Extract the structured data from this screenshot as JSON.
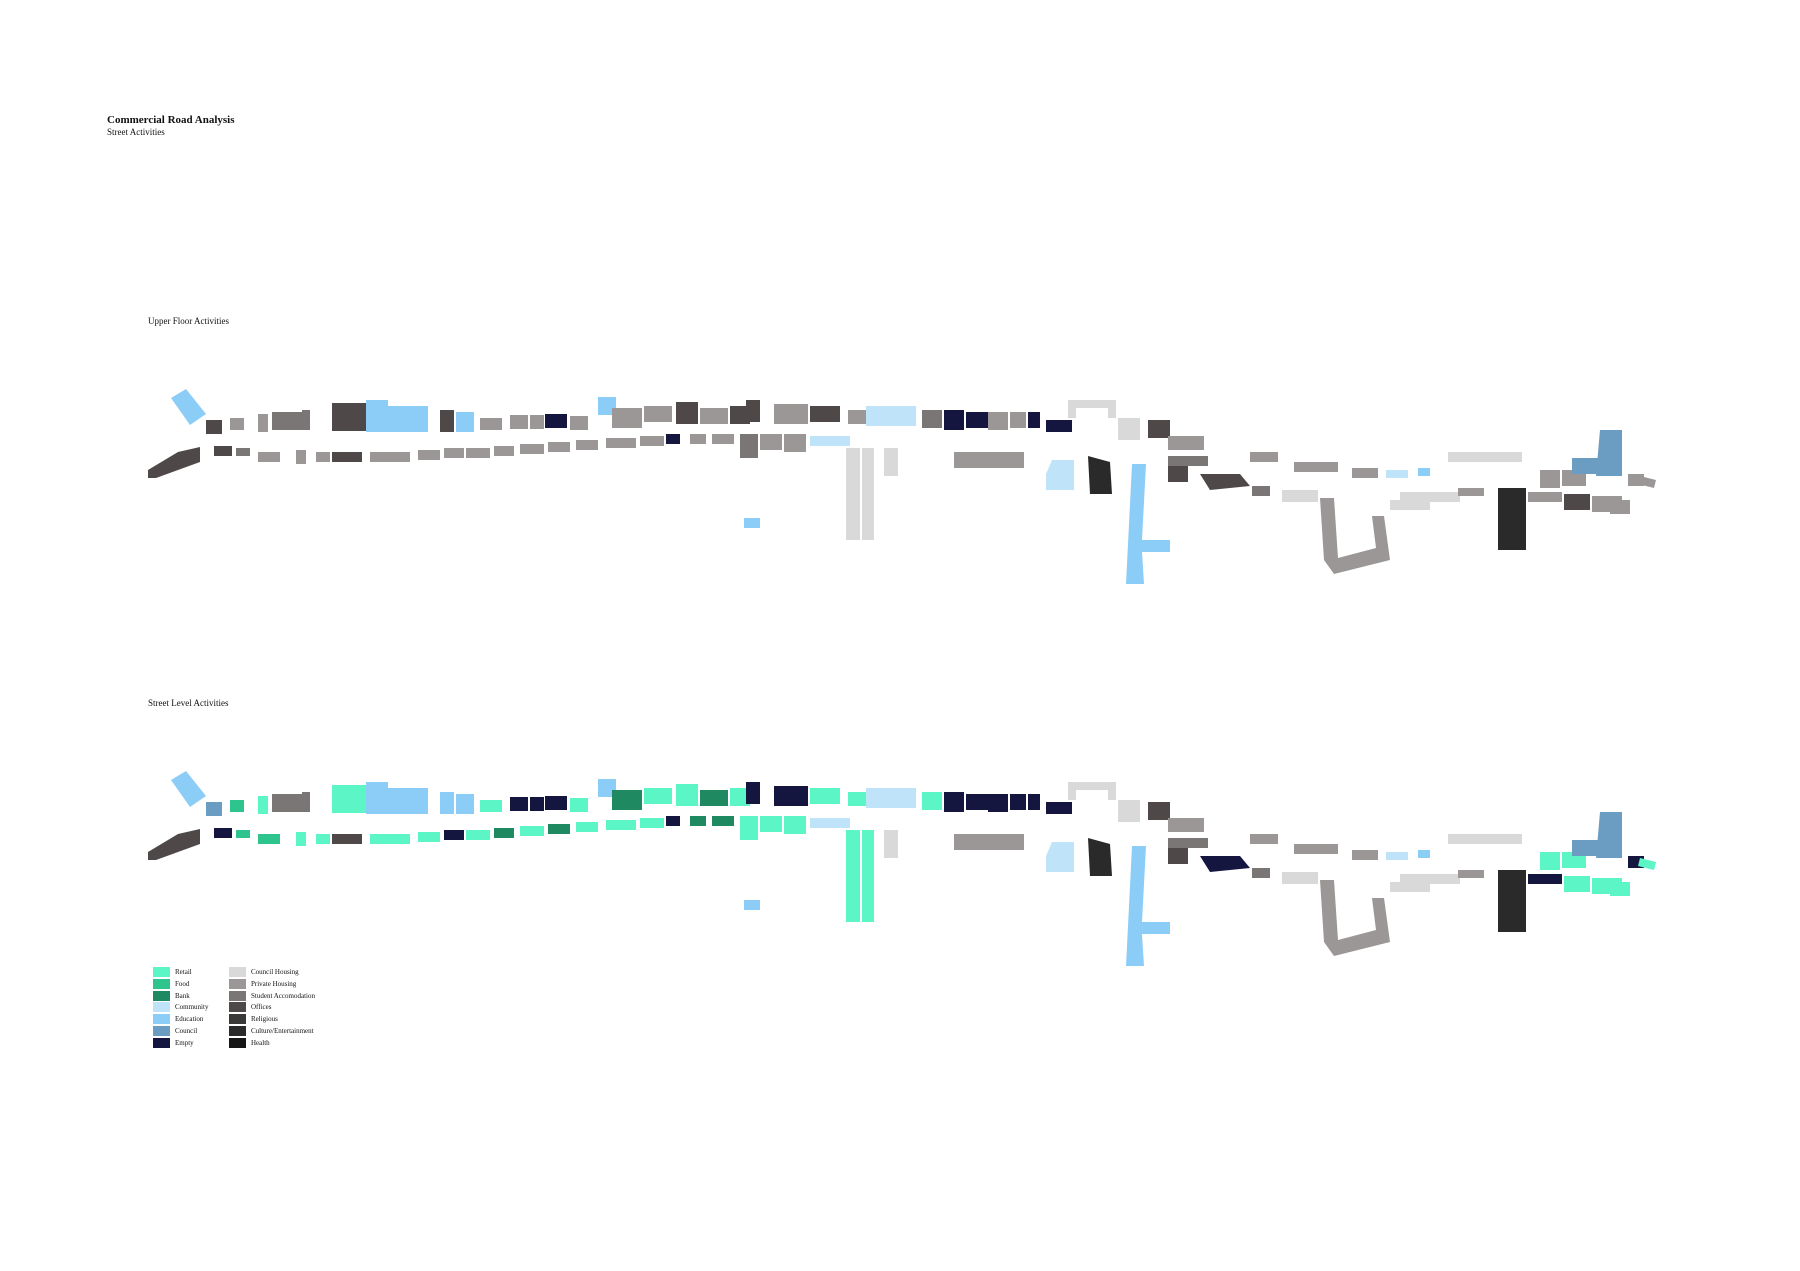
{
  "header": {
    "title": "Commercial Road Analysis",
    "subtitle": "Street Activities"
  },
  "sections": {
    "upper": "Upper Floor Activities",
    "street": "Street Level Activities"
  },
  "colors": {
    "retail": "#5cf5c6",
    "food": "#2ec48e",
    "bank": "#1f8a62",
    "community": "#bfe3f8",
    "education": "#8ccdf8",
    "council": "#6b9cc2",
    "empty": "#14163f",
    "council_housing": "#d9d9d9",
    "private_housing": "#9b9797",
    "student": "#7b7676",
    "offices": "#4e4848",
    "religious": "#3b3838",
    "culture": "#2a2a2a",
    "health": "#161616"
  },
  "legend": {
    "left": [
      {
        "label": "Retail",
        "key": "retail"
      },
      {
        "label": "Food",
        "key": "food"
      },
      {
        "label": "Bank",
        "key": "bank"
      },
      {
        "label": "Community",
        "key": "community"
      },
      {
        "label": "Education",
        "key": "education"
      },
      {
        "label": "Council",
        "key": "council"
      },
      {
        "label": "Empty",
        "key": "empty"
      }
    ],
    "right": [
      {
        "label": "Council Housing",
        "key": "council_housing"
      },
      {
        "label": "Private Housing",
        "key": "private_housing"
      },
      {
        "label": "Student Accomodation",
        "key": "student"
      },
      {
        "label": "Offices",
        "key": "offices"
      },
      {
        "label": "Religious",
        "key": "religious"
      },
      {
        "label": "Culture/Entertainment",
        "key": "culture"
      },
      {
        "label": "Health",
        "key": "health"
      }
    ]
  }
}
